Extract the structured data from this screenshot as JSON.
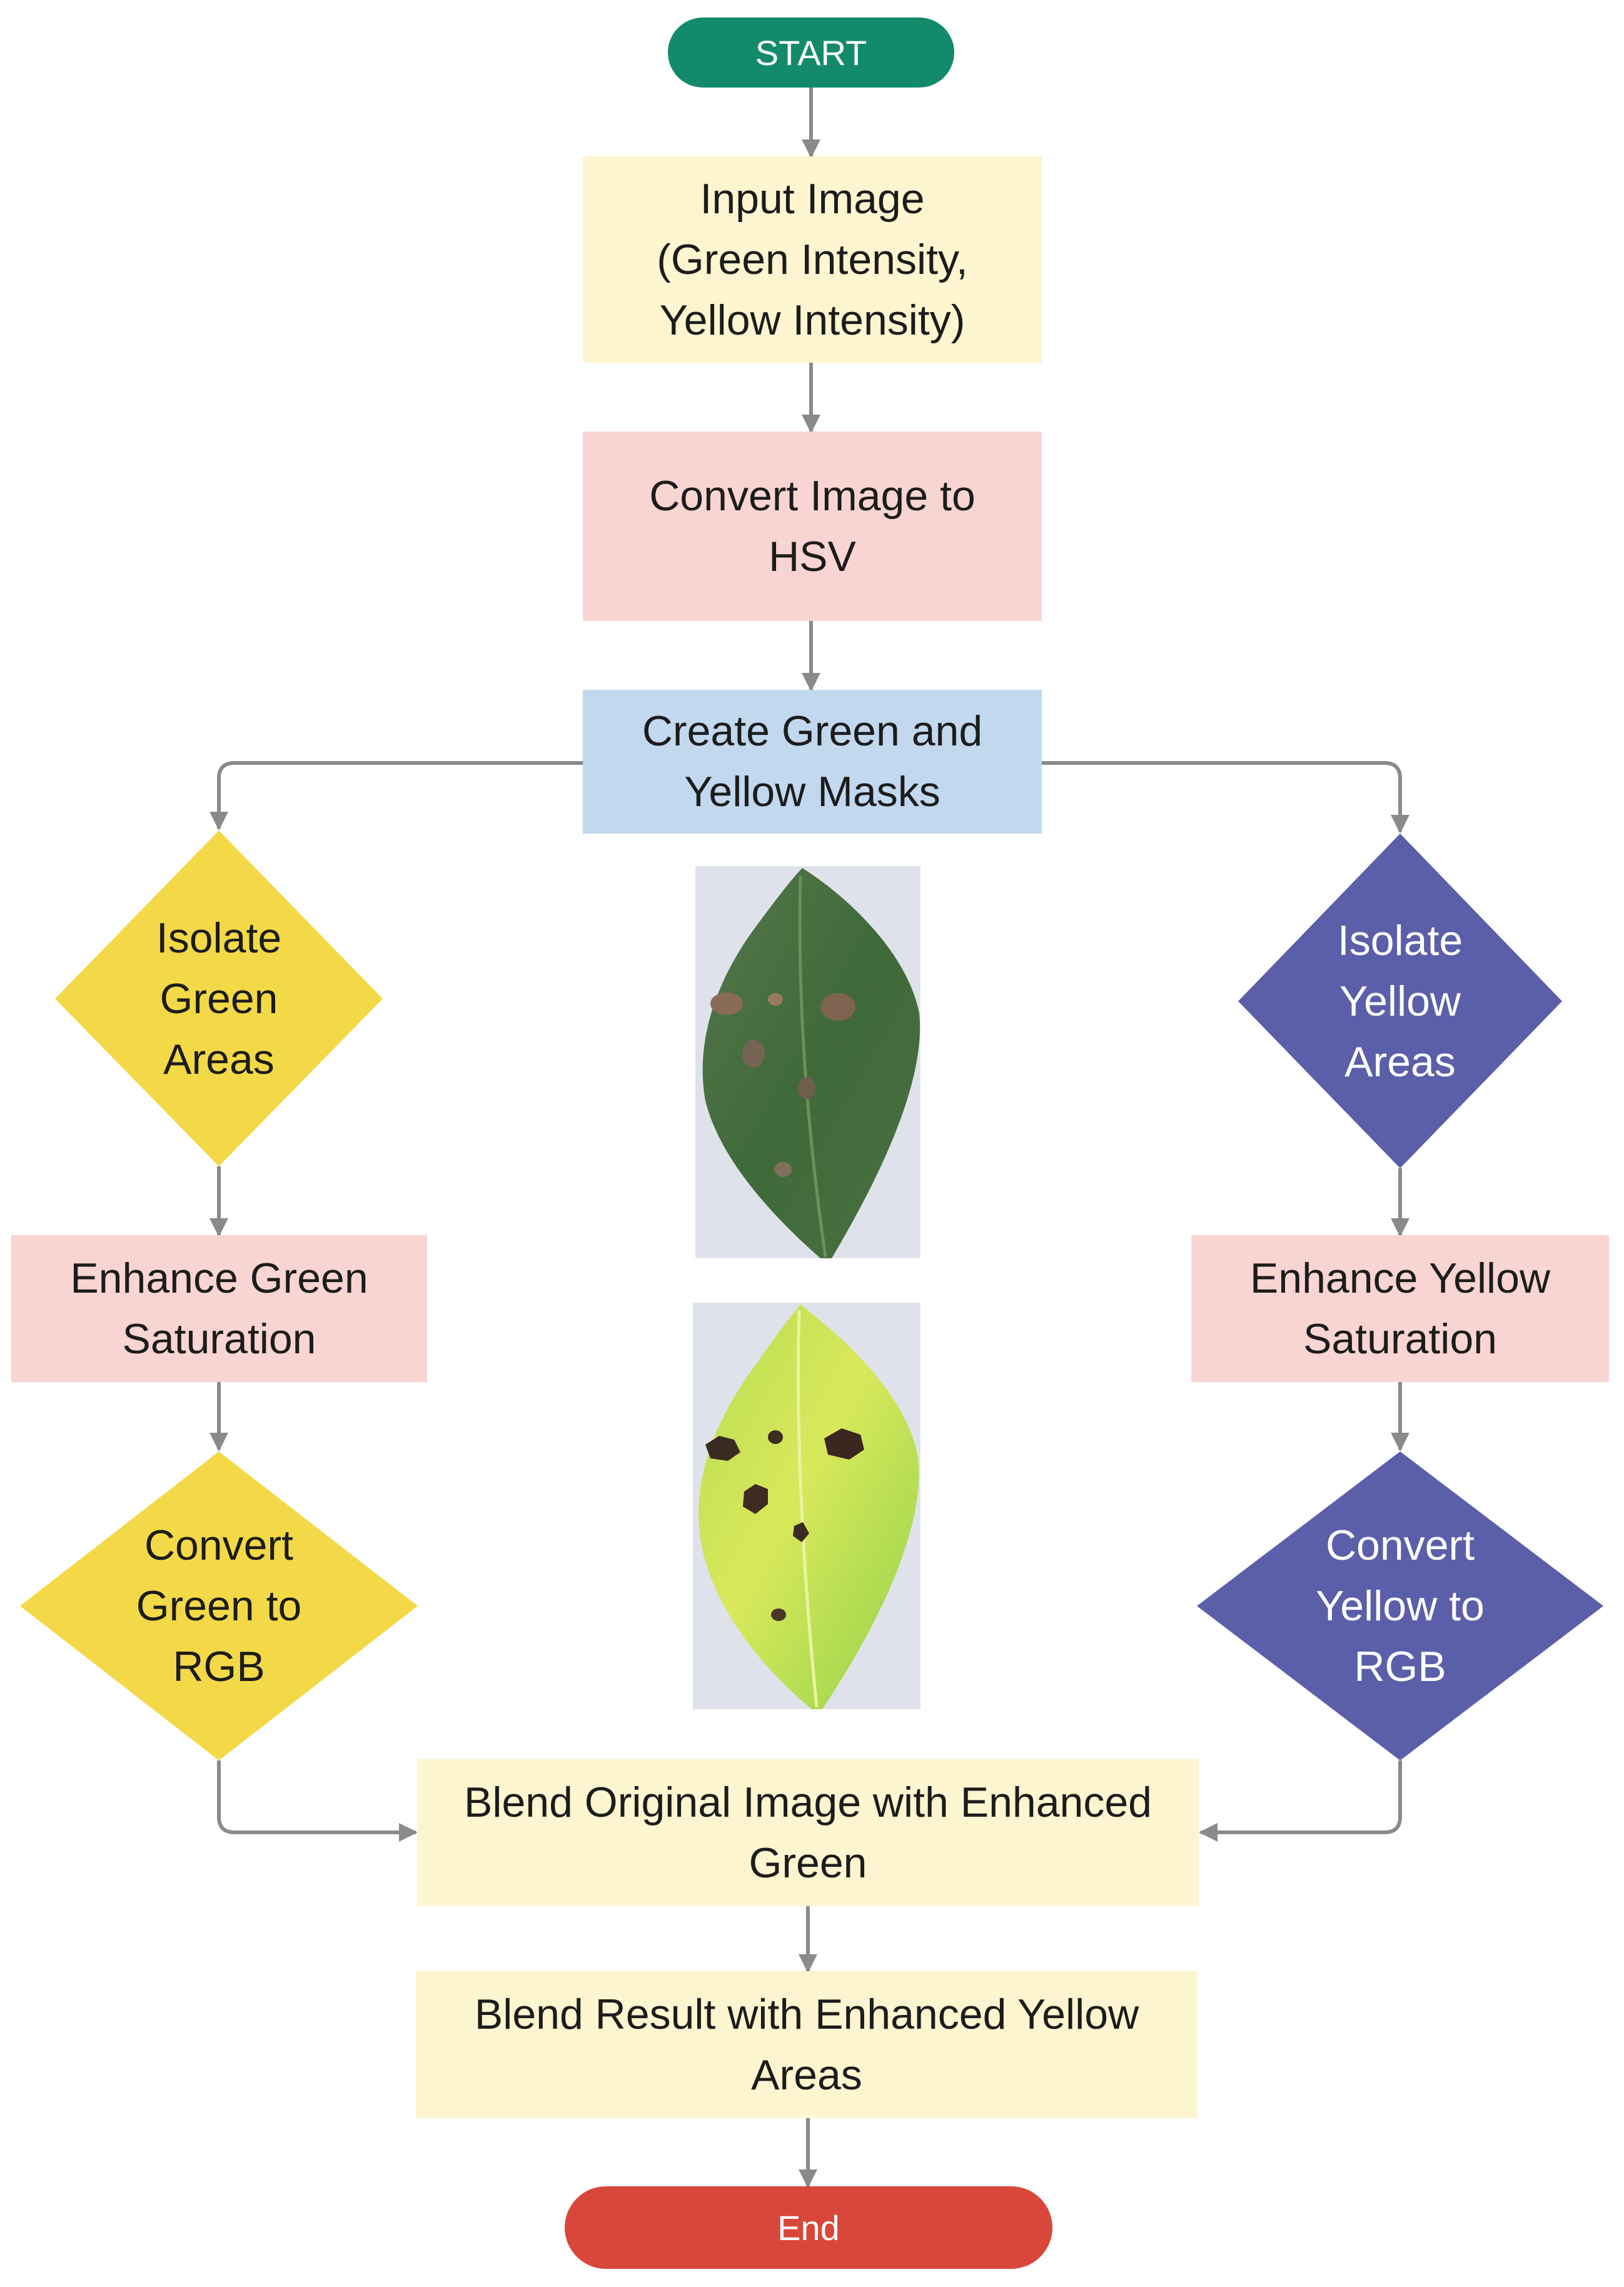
{
  "colors": {
    "start_fill": "#138a6c",
    "end_fill": "#d9473a",
    "yellow_box": "#fdf5cf",
    "pink_box": "#f8d5d2",
    "blue_box": "#c1d8ef",
    "yellow_diamond": "#f3d947",
    "purple_diamond": "#5b5ea8",
    "connector": "#8a8a8a"
  },
  "nodes": {
    "start": "START",
    "input_image": "Input Image\n(Green Intensity,\nYellow Intensity)",
    "convert_hsv": "Convert Image to\nHSV",
    "create_masks": "Create Green and\nYellow Masks",
    "isolate_green": "Isolate\nGreen\nAreas",
    "isolate_yellow": "Isolate\nYellow\nAreas",
    "enhance_green": "Enhance Green\nSaturation",
    "enhance_yellow": "Enhance Yellow\nSaturation",
    "convert_green_rgb": "Convert\nGreen to\nRGB",
    "convert_yellow_rgb": "Convert\nYellow to\nRGB",
    "blend_original": "Blend Original Image with Enhanced\nGreen",
    "blend_result": "Blend Result with Enhanced Yellow\nAreas",
    "end": "End"
  },
  "images": {
    "original_leaf": "leaf-photo-original",
    "enhanced_leaf": "leaf-photo-enhanced"
  }
}
